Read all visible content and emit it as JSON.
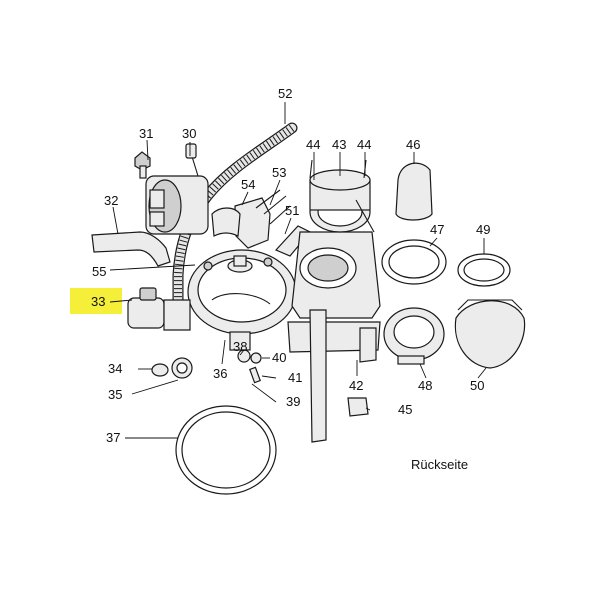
{
  "labels": {
    "l52": "52",
    "l31": "31",
    "l30": "30",
    "l44a": "44",
    "l43": "43",
    "l44b": "44",
    "l46": "46",
    "l53": "53",
    "l54": "54",
    "l32": "32",
    "l51": "51",
    "l47": "47",
    "l49": "49",
    "l55": "55",
    "l33": "33",
    "l38": "38",
    "l40": "40",
    "l34": "34",
    "l36": "36",
    "l41": "41",
    "l42": "42",
    "l48": "48",
    "l50": "50",
    "l35": "35",
    "l39": "39",
    "l45": "45",
    "l37": "37"
  },
  "caption": "Rückseite",
  "highlight_color": "#f5ef3a"
}
